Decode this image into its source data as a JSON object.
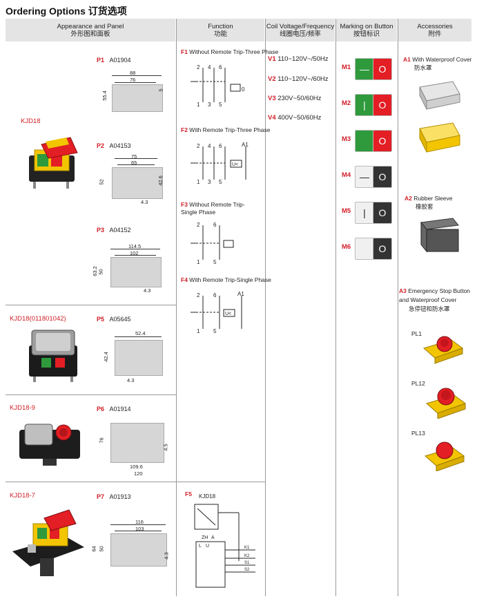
{
  "title": "Ordering Options 订货选项",
  "headers": {
    "appearance": [
      "Appearance and Panel",
      "外形图和面板"
    ],
    "function": [
      "Function",
      "功能"
    ],
    "coil": [
      "Coil Voltage/Frequency",
      "线圈电压/频率"
    ],
    "marking": [
      "Marking on Button",
      "按钮标识"
    ],
    "accessories": [
      "Accessories",
      "附件"
    ]
  },
  "products": [
    {
      "name": "KJD18"
    },
    {
      "name": "KJD18(011801042)"
    },
    {
      "name": "KJD18-9"
    },
    {
      "name": "KJD18-7"
    }
  ],
  "panels": [
    {
      "id": "P1",
      "code": "A01904",
      "dims": [
        "88",
        "76",
        "55.4",
        "5"
      ]
    },
    {
      "id": "P2",
      "code": "A04153",
      "dims": [
        "75",
        "65",
        "52",
        "42.6",
        "4.3"
      ]
    },
    {
      "id": "P3",
      "code": "A04152",
      "dims": [
        "114.5",
        "102",
        "63.2",
        "50",
        "4.3"
      ]
    },
    {
      "id": "P5",
      "code": "A05645",
      "dims": [
        "52.4",
        "42.4",
        "4.3"
      ]
    },
    {
      "id": "P6",
      "code": "A01914",
      "dims": [
        "76",
        "4.5",
        "109.6",
        "120"
      ]
    },
    {
      "id": "P7",
      "code": "A01913",
      "dims": [
        "116",
        "103",
        "64",
        "50",
        "4.3"
      ]
    }
  ],
  "functions": [
    {
      "id": "F1",
      "label": "Without Remote Trip-Three Phase",
      "terms": [
        "2",
        "4",
        "6",
        "1",
        "3",
        "5",
        "0"
      ]
    },
    {
      "id": "F2",
      "label": "With Remote Trip-Three Phase",
      "terms": [
        "2",
        "4",
        "6",
        "A1",
        "1",
        "3",
        "5",
        "U<"
      ]
    },
    {
      "id": "F3",
      "label": "Without Remote Trip-Single Phase",
      "terms": [
        "2",
        "6",
        "1",
        "5"
      ]
    },
    {
      "id": "F4",
      "label": "With Remote Trip-Single Phase",
      "terms": [
        "2",
        "6",
        "A1",
        "1",
        "5",
        "U<"
      ]
    },
    {
      "id": "F5",
      "label": "KJD18",
      "terms": [
        "ZH",
        "A",
        "L",
        "U",
        "K1",
        "K2",
        "S1",
        "S2"
      ]
    }
  ],
  "voltages": [
    {
      "id": "V1",
      "label": "110~120V~/50Hz"
    },
    {
      "id": "V2",
      "label": "110~120V~/60Hz"
    },
    {
      "id": "V3",
      "label": "230V~50/60Hz"
    },
    {
      "id": "V4",
      "label": "400V~50/60Hz"
    }
  ],
  "markings": [
    {
      "id": "M1",
      "left_bg": "#2e9a3c",
      "left_sym": "—",
      "right_bg": "#e31e24",
      "right_sym": "O",
      "left_color": "#fff",
      "right_color": "#fff"
    },
    {
      "id": "M2",
      "left_bg": "#2e9a3c",
      "left_sym": "|",
      "right_bg": "#e31e24",
      "right_sym": "O",
      "left_color": "#fff",
      "right_color": "#fff"
    },
    {
      "id": "M3",
      "left_bg": "#2e9a3c",
      "left_sym": "",
      "right_bg": "#e31e24",
      "right_sym": "O",
      "left_color": "#fff",
      "right_color": "#fff"
    },
    {
      "id": "M4",
      "left_bg": "#f0f0f0",
      "left_sym": "—",
      "right_bg": "#333333",
      "right_sym": "O",
      "left_color": "#222",
      "right_color": "#fff"
    },
    {
      "id": "M5",
      "left_bg": "#f0f0f0",
      "left_sym": "|",
      "right_bg": "#333333",
      "right_sym": "O",
      "left_color": "#222",
      "right_color": "#fff"
    },
    {
      "id": "M6",
      "left_bg": "#f0f0f0",
      "left_sym": "",
      "right_bg": "#333333",
      "right_sym": "O",
      "left_color": "#222",
      "right_color": "#fff"
    }
  ],
  "accessories": [
    {
      "id": "A1",
      "label": "With Waterproof Cover",
      "cn": "防水罩"
    },
    {
      "id": "A2",
      "label": "Rubber Sleeve",
      "cn": "橡胶套"
    },
    {
      "id": "A3",
      "label": "Emergency Stop Button and Waterproof Cover",
      "cn": "急停钮和防水罩"
    }
  ],
  "pl_items": [
    "PL1",
    "PL12",
    "PL13"
  ],
  "colors": {
    "accent": "#d11e27",
    "header_bg": "#e4e4e4",
    "panel_gray": "#d6d6d6",
    "yellow": "#f2c500"
  }
}
